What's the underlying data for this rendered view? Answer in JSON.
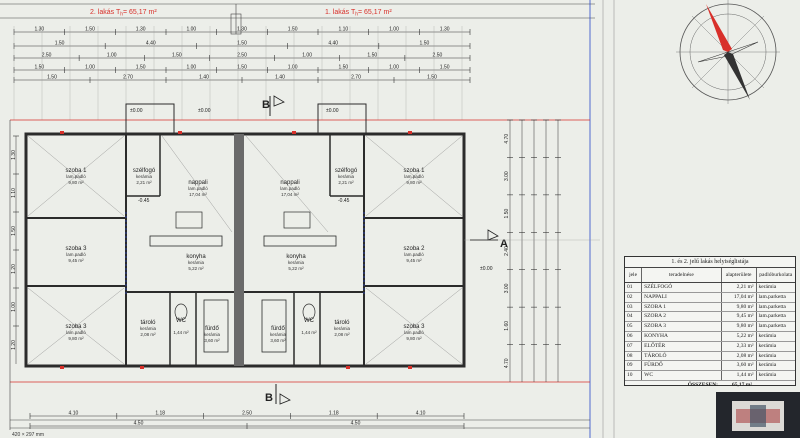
{
  "header": {
    "left_title": "2. lakás T",
    "left_sub": "h",
    "left_value": "= 65,17 m²",
    "right_title": "1. lakás T",
    "right_sub": "h",
    "right_value": "= 65,17 m²"
  },
  "dims": {
    "row1": [
      "1.30",
      "1.50",
      "1.30",
      "1.00",
      "1.30",
      "1.50",
      "1.10",
      "1.00",
      "1.30"
    ],
    "row2": [
      "1.50",
      "4.40",
      "1.50",
      "4.40",
      "1.50"
    ],
    "row3": [
      "2.50",
      "1.00",
      "1.50",
      "2.50",
      "1.00",
      "1.50",
      "2.50"
    ],
    "row4": [
      "1.50",
      "1.00",
      "1.50",
      "1.00",
      "1.50",
      "1.00",
      "1.50",
      "1.00",
      "1.50"
    ],
    "row5": [
      "1.50",
      "2.70",
      "1.40",
      "1.40",
      "2.70",
      "1.50"
    ],
    "bottom1": [
      "4.10",
      "1.18",
      "2.50",
      "1.18",
      "4.10"
    ],
    "bottom2": [
      "4.50",
      "4.50"
    ],
    "right_side": [
      "4.70",
      "3.00",
      "1.50",
      "2.40",
      "3.00",
      "1.60",
      "4.70"
    ],
    "left_side": [
      "1.30",
      "1.10",
      "1.50",
      "1.20",
      "1.00",
      "1.20"
    ],
    "left_mark": "420 × 297 mm"
  },
  "section_markers": {
    "b_top": "B",
    "b_bottom": "B",
    "a_right": "A"
  },
  "rooms_left": [
    {
      "name": "szoba 1",
      "floor": "lam.padló",
      "area": "9,80 m²"
    },
    {
      "name": "szélfogó",
      "floor": "kerámia",
      "area": "2,21 m²"
    },
    {
      "name": "nappali",
      "floor": "lam.padló",
      "area": "17,04 m²"
    },
    {
      "name": "szoba 3",
      "floor": "lam.padló",
      "area": "9,45 m²"
    },
    {
      "name": "konyha",
      "floor": "kerámia",
      "area": "5,22 m²"
    },
    {
      "name": "szoba 3",
      "floor": "lam.padló",
      "area": "9,80 m²"
    },
    {
      "name": "tároló",
      "floor": "kerámia",
      "area": "2,08 m²"
    },
    {
      "name": "fürdő",
      "floor": "kerámia",
      "area": "3,60 m²"
    },
    {
      "name": "WC",
      "floor": "",
      "area": "1,44 m²"
    }
  ],
  "rooms_right": [
    {
      "name": "nappali",
      "floor": "lam.padló",
      "area": "17,04 m²"
    },
    {
      "name": "szélfogó",
      "floor": "kerámia",
      "area": "2,21 m²"
    },
    {
      "name": "szoba 1",
      "floor": "lam.padló",
      "area": "9,80 m²"
    },
    {
      "name": "konyha",
      "floor": "kerámia",
      "area": "5,22 m²"
    },
    {
      "name": "szoba 2",
      "floor": "lam.padló",
      "area": "9,45 m²"
    },
    {
      "name": "fürdő",
      "floor": "kerámia",
      "area": "3,60 m²"
    },
    {
      "name": "tároló",
      "floor": "kerámia",
      "area": "2,08 m²"
    },
    {
      "name": "szoba 3",
      "floor": "lam.padló",
      "area": "9,80 m²"
    },
    {
      "name": "WC",
      "floor": "",
      "area": "1,44 m²"
    }
  ],
  "levels": {
    "l1": "±0.00",
    "l2": "±0.00",
    "l3": "-0.45",
    "l4": "-0.45",
    "l5": "±0.00",
    "l6": "±0.00"
  },
  "table": {
    "title": "1. és 2. jelű lakás helyiséglistája",
    "headers": [
      "jele",
      "teradelnése",
      "alapterülete",
      "padlóburkolata"
    ],
    "rows": [
      [
        "01",
        "SZÉLFOGÓ",
        "2,21 m²",
        "kerámia"
      ],
      [
        "02",
        "NAPPALI",
        "17,04 m²",
        "lam.parketta"
      ],
      [
        "03",
        "SZOBA 1",
        "9,80 m²",
        "lam.parketta"
      ],
      [
        "04",
        "SZOBA 2",
        "9,45 m²",
        "lam.parketta"
      ],
      [
        "05",
        "SZOBA 3",
        "9,80 m²",
        "lam.parketta"
      ],
      [
        "06",
        "KONYHA",
        "5,22 m²",
        "kerámia"
      ],
      [
        "07",
        "ELŐTÉR",
        "2,33 m²",
        "kerámia"
      ],
      [
        "08",
        "TÁROLÓ",
        "2,08 m²",
        "kerámia"
      ],
      [
        "09",
        "FÜRDŐ",
        "3,60 m²",
        "kerámia"
      ],
      [
        "10",
        "WC",
        "1,44 m²",
        "kerámia"
      ]
    ],
    "total_label": "ÖSSZESEN:",
    "total_value": "65,17 m²"
  },
  "compass": {
    "north_color": "#d8302a",
    "south_color": "#333333"
  },
  "colors": {
    "accent_red": "#d8302a",
    "blue": "#2a48c8",
    "line": "#2b2b2b",
    "wall": "#3a3a3a"
  }
}
